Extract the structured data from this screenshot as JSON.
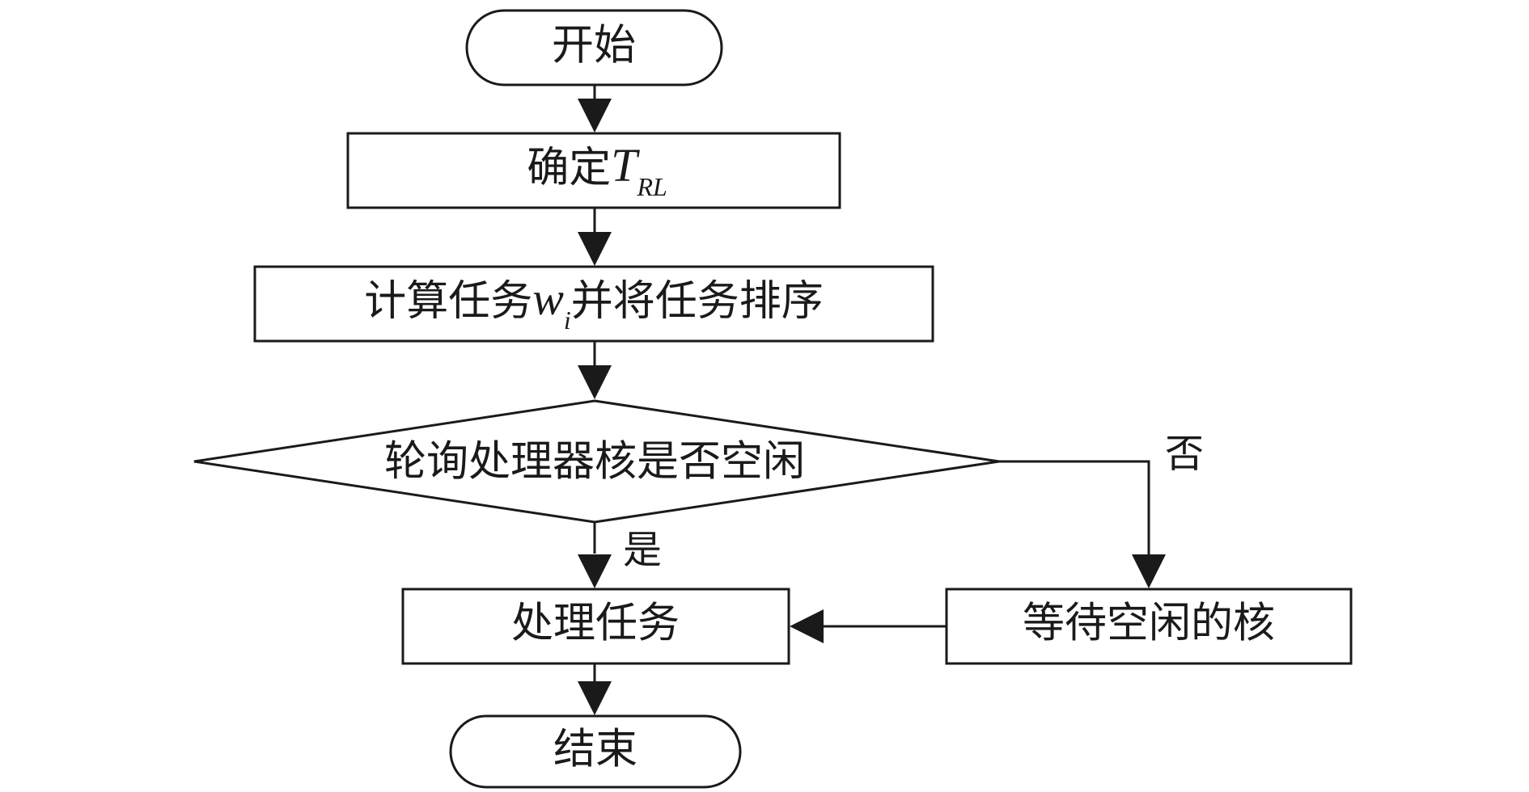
{
  "nodes": {
    "start": {
      "label": "开始"
    },
    "determine": {
      "label_prefix": "确定",
      "var": "T",
      "sub": "RL"
    },
    "compute": {
      "label_prefix": "计算任务",
      "var": "w",
      "sub": "i",
      "label_suffix": "并将任务排序"
    },
    "decision": {
      "label": "轮询处理器核是否空闲"
    },
    "process": {
      "label": "处理任务"
    },
    "wait": {
      "label": "等待空闲的核"
    },
    "end": {
      "label": "结束"
    }
  },
  "branches": {
    "yes": "是",
    "no": "否"
  }
}
